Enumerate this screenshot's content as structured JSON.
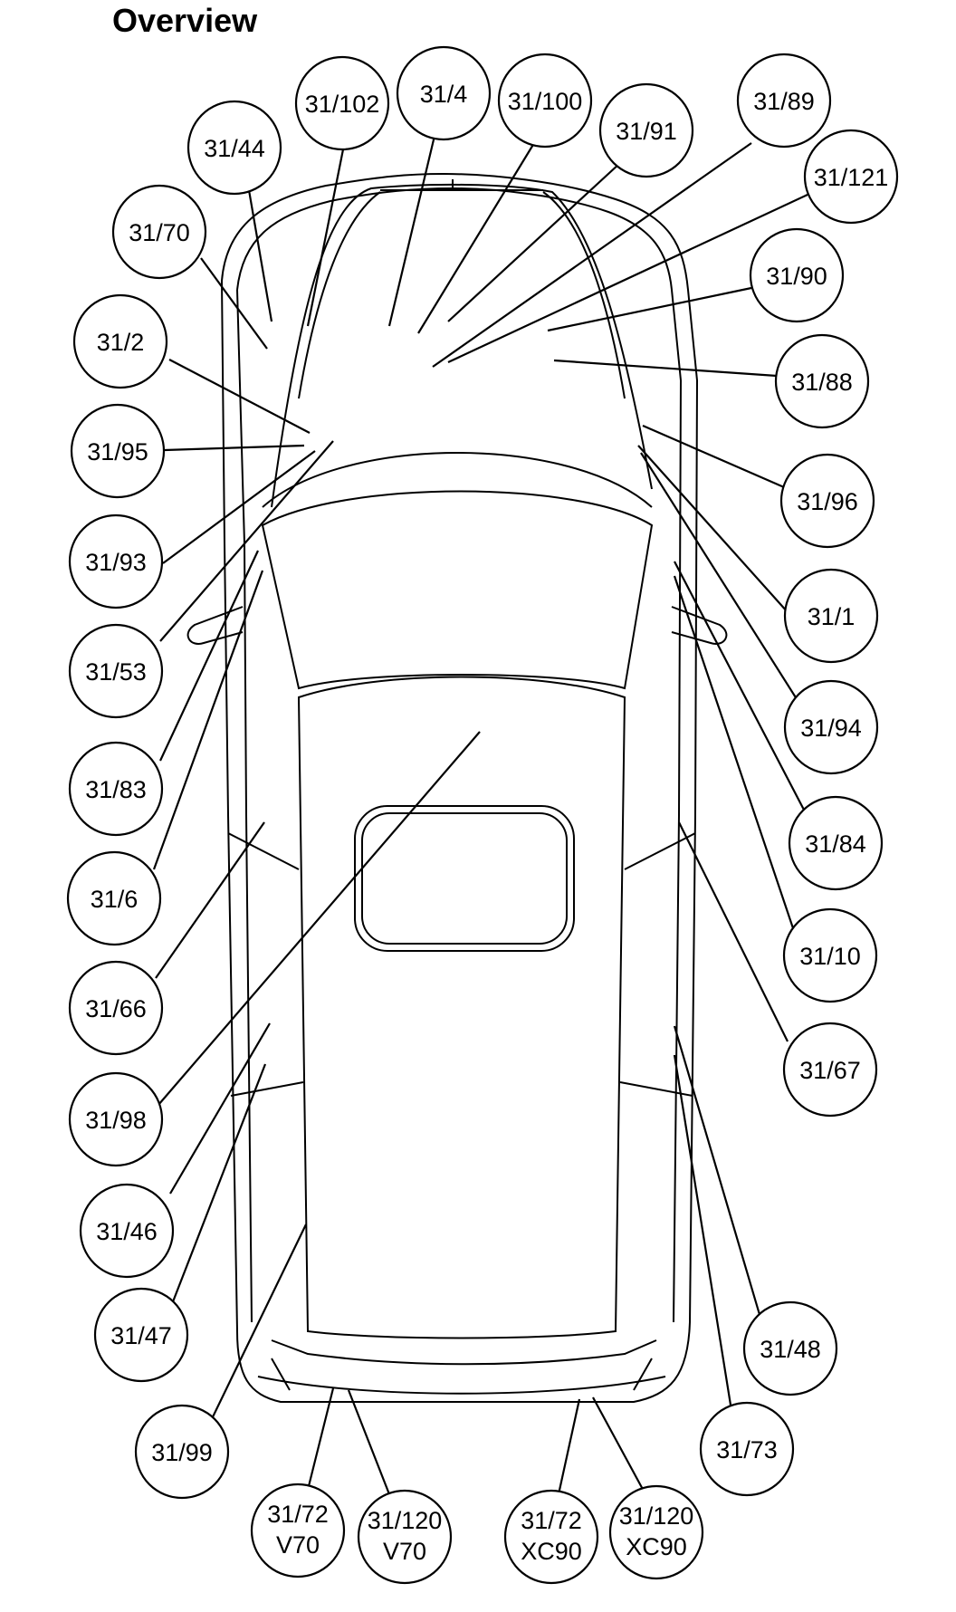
{
  "title": "Overview",
  "callouts": [
    {
      "id": "31/102",
      "lines": [
        "31/102"
      ]
    },
    {
      "id": "31/4",
      "lines": [
        "31/4"
      ]
    },
    {
      "id": "31/100",
      "lines": [
        "31/100"
      ]
    },
    {
      "id": "31/91",
      "lines": [
        "31/91"
      ]
    },
    {
      "id": "31/89",
      "lines": [
        "31/89"
      ]
    },
    {
      "id": "31/121",
      "lines": [
        "31/121"
      ]
    },
    {
      "id": "31/44",
      "lines": [
        "31/44"
      ]
    },
    {
      "id": "31/70",
      "lines": [
        "31/70"
      ]
    },
    {
      "id": "31/90",
      "lines": [
        "31/90"
      ]
    },
    {
      "id": "31/2",
      "lines": [
        "31/2"
      ]
    },
    {
      "id": "31/88",
      "lines": [
        "31/88"
      ]
    },
    {
      "id": "31/95",
      "lines": [
        "31/95"
      ]
    },
    {
      "id": "31/96",
      "lines": [
        "31/96"
      ]
    },
    {
      "id": "31/93",
      "lines": [
        "31/93"
      ]
    },
    {
      "id": "31/1",
      "lines": [
        "31/1"
      ]
    },
    {
      "id": "31/53",
      "lines": [
        "31/53"
      ]
    },
    {
      "id": "31/94",
      "lines": [
        "31/94"
      ]
    },
    {
      "id": "31/83",
      "lines": [
        "31/83"
      ]
    },
    {
      "id": "31/84",
      "lines": [
        "31/84"
      ]
    },
    {
      "id": "31/6",
      "lines": [
        "31/6"
      ]
    },
    {
      "id": "31/10",
      "lines": [
        "31/10"
      ]
    },
    {
      "id": "31/66",
      "lines": [
        "31/66"
      ]
    },
    {
      "id": "31/67",
      "lines": [
        "31/67"
      ]
    },
    {
      "id": "31/98",
      "lines": [
        "31/98"
      ]
    },
    {
      "id": "31/46",
      "lines": [
        "31/46"
      ]
    },
    {
      "id": "31/48",
      "lines": [
        "31/48"
      ]
    },
    {
      "id": "31/47",
      "lines": [
        "31/47"
      ]
    },
    {
      "id": "31/99",
      "lines": [
        "31/99"
      ]
    },
    {
      "id": "31/73",
      "lines": [
        "31/73"
      ]
    },
    {
      "id": "31/72 V70",
      "lines": [
        "31/72",
        "V70"
      ]
    },
    {
      "id": "31/120 V70",
      "lines": [
        "31/120",
        "V70"
      ]
    },
    {
      "id": "31/72 XC90",
      "lines": [
        "31/72",
        "XC90"
      ]
    },
    {
      "id": "31/120 XC90",
      "lines": [
        "31/120",
        "XC90"
      ]
    }
  ]
}
